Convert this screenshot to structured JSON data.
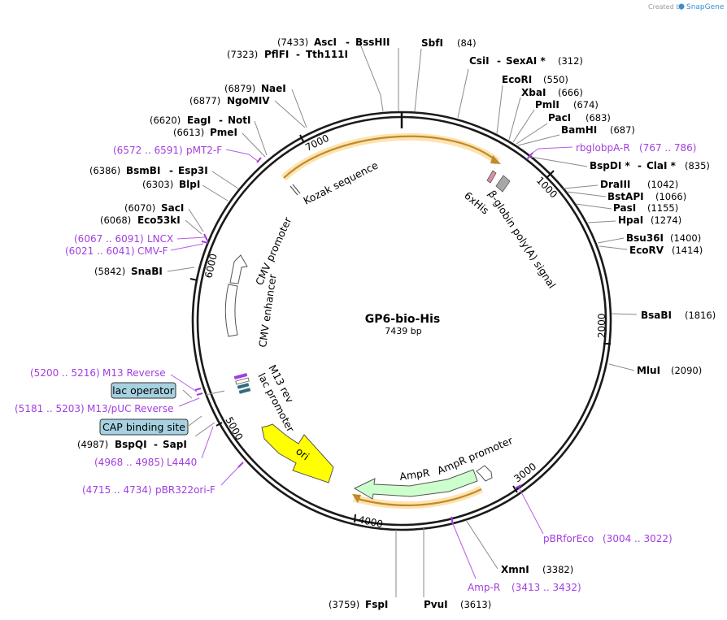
{
  "header": {
    "credit": "Created by",
    "brand": "SnapGene"
  },
  "plasmid": {
    "name": "GP6-bio-His",
    "size_label": "7439 bp",
    "length": 7439
  },
  "ticks": [
    "1000",
    "2000",
    "3000",
    "4000",
    "5000",
    "6000",
    "7000"
  ],
  "sites": [
    {
      "name": "AscI",
      "name2": "BssHII",
      "pos": "(7433)"
    },
    {
      "name": "PflFI",
      "name2": "Tth111I",
      "pos": "(7323)"
    },
    {
      "name": "SbfI",
      "name2": "",
      "pos": "(84)"
    },
    {
      "name": "CsiI",
      "name2": "SexAI *",
      "pos": "(312)"
    },
    {
      "name": "EcoRI",
      "name2": "",
      "pos": "(550)"
    },
    {
      "name": "XbaI",
      "name2": "",
      "pos": "(666)"
    },
    {
      "name": "PmlI",
      "name2": "",
      "pos": "(674)"
    },
    {
      "name": "PacI",
      "name2": "",
      "pos": "(683)"
    },
    {
      "name": "BamHI",
      "name2": "",
      "pos": "(687)"
    },
    {
      "name": "BspDI *",
      "name2": "ClaI *",
      "pos": "(835)"
    },
    {
      "name": "DraIII",
      "name2": "",
      "pos": "(1042)"
    },
    {
      "name": "BstAPI",
      "name2": "",
      "pos": "(1066)"
    },
    {
      "name": "PasI",
      "name2": "",
      "pos": "(1155)"
    },
    {
      "name": "HpaI",
      "name2": "",
      "pos": "(1274)"
    },
    {
      "name": "Bsu36I",
      "name2": "",
      "pos": "(1400)"
    },
    {
      "name": "EcoRV",
      "name2": "",
      "pos": "(1414)"
    },
    {
      "name": "BsaBI",
      "name2": "",
      "pos": "(1816)"
    },
    {
      "name": "MluI",
      "name2": "",
      "pos": "(2090)"
    },
    {
      "name": "XmnI",
      "name2": "",
      "pos": "(3382)"
    },
    {
      "name": "PvuI",
      "name2": "",
      "pos": "(3613)"
    },
    {
      "name": "FspI",
      "name2": "",
      "pos": "(3759)"
    },
    {
      "name": "BspQI",
      "name2": "SapI",
      "pos": "(4987)"
    },
    {
      "name": "SnaBI",
      "name2": "",
      "pos": "(5842)"
    },
    {
      "name": "Eco53kI",
      "name2": "",
      "pos": "(6068)"
    },
    {
      "name": "SacI",
      "name2": "",
      "pos": "(6070)"
    },
    {
      "name": "BlpI",
      "name2": "",
      "pos": "(6303)"
    },
    {
      "name": "BsmBI",
      "name2": "Esp3I",
      "pos": "(6386)"
    },
    {
      "name": "PmeI",
      "name2": "",
      "pos": "(6613)"
    },
    {
      "name": "EagI",
      "name2": "NotI",
      "pos": "(6620)"
    },
    {
      "name": "NgoMIV",
      "name2": "",
      "pos": "(6877)"
    },
    {
      "name": "NaeI",
      "name2": "",
      "pos": "(6879)"
    }
  ],
  "primers": [
    {
      "name": "rbglobpA-R",
      "range": "(767 .. 786)"
    },
    {
      "name": "pBRforEco",
      "range": "(3004 .. 3022)"
    },
    {
      "name": "Amp-R",
      "range": "(3413 .. 3432)"
    },
    {
      "name": "pBR322ori-F",
      "range": "(4715 .. 4734)"
    },
    {
      "name": "L4440",
      "range": "(4968 .. 4985)"
    },
    {
      "name": "M13/pUC Reverse",
      "range": "(5181 .. 5203)"
    },
    {
      "name": "M13 Reverse",
      "range": "(5200 .. 5216)"
    },
    {
      "name": "CMV-F",
      "range": "(6021 .. 6041)"
    },
    {
      "name": "LNCX",
      "range": "(6067 .. 6091)"
    },
    {
      "name": "pMT2-F",
      "range": "(6572 .. 6591)"
    }
  ],
  "features": {
    "kozak": "Kozak sequence",
    "his": "6xHis",
    "bglobin": "β-globin poly(A) signal",
    "cmv_promoter": "CMV promoter",
    "cmv_enhancer": "CMV enhancer",
    "m13_rev": "M13 rev",
    "lac_promoter": "lac promoter",
    "lac_operator": "lac operator",
    "cap_site": "CAP binding site",
    "ori": "ori",
    "ampr": "AmpR",
    "ampr_promoter": "AmpR promoter"
  },
  "colors": {
    "ori": "#ffff00",
    "ampr": "#ccffcc",
    "orf_arc": "#c08a2a",
    "orf_glow": "#fde3b0",
    "primer": "#a23ee0",
    "boxed_feature": "#a6d1e0",
    "his_tag": "#e090a0",
    "polyA": "#a8a8a8",
    "brand": "#3a8fd0"
  }
}
